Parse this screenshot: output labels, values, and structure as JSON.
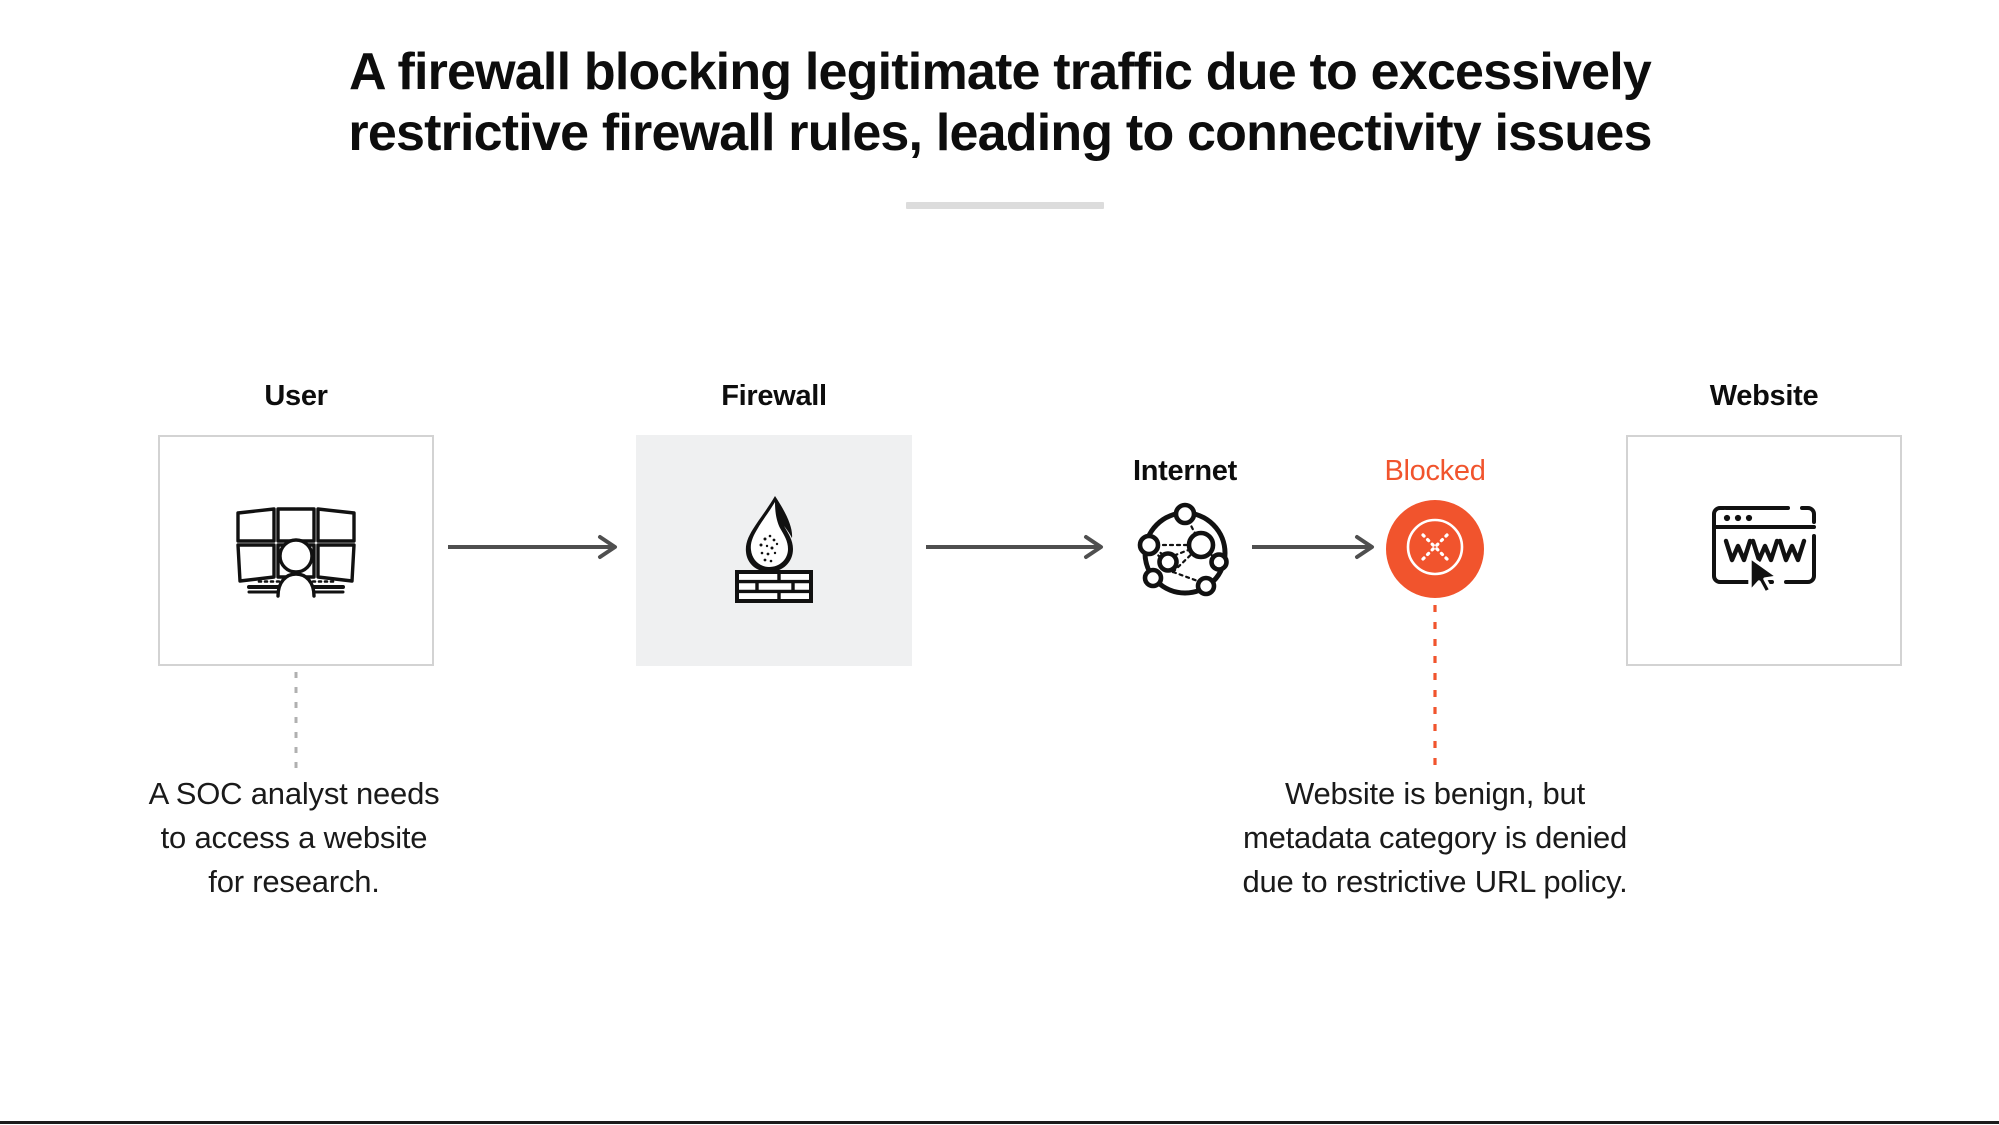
{
  "title": {
    "line1": "A firewall blocking legitimate traffic due to excessively",
    "line2": "restrictive firewall rules, leading to connectivity issues"
  },
  "colors": {
    "accent_orange": "#F1542D",
    "arrow_gray": "#4f4f4f",
    "box_border": "#d3d3d3",
    "firewall_fill": "#eff0f1",
    "rule_gray": "#dcdcdc",
    "text_black": "#0d0d0d"
  },
  "nodes": [
    {
      "id": "user",
      "label": "User",
      "icon": "workstation-monitors-icon",
      "filled": false
    },
    {
      "id": "firewall",
      "label": "Firewall",
      "icon": "flame-brickwall-icon",
      "filled": true
    },
    {
      "id": "internet",
      "label": "Internet",
      "icon": "network-graph-icon",
      "filled": false
    },
    {
      "id": "blocked",
      "label": "Blocked",
      "icon": "blocked-x-circle-icon",
      "filled": false
    },
    {
      "id": "website",
      "label": "Website",
      "icon": "browser-www-cursor-icon",
      "filled": false
    }
  ],
  "arrows": [
    {
      "id": "user-to-firewall",
      "from": "user",
      "to": "firewall"
    },
    {
      "id": "firewall-to-internet",
      "from": "firewall",
      "to": "internet"
    },
    {
      "id": "internet-to-blocked",
      "from": "internet",
      "to": "blocked"
    }
  ],
  "captions": [
    {
      "id": "user-caption",
      "anchor": "user",
      "connector_color": "#b0b0b0",
      "lines": [
        "A SOC analyst needs",
        "to access a website",
        "for research."
      ]
    },
    {
      "id": "blocked-caption",
      "anchor": "blocked",
      "connector_color": "#F1542D",
      "lines": [
        "Website is benign, but",
        "metadata category is denied",
        "due to restrictive URL policy."
      ]
    }
  ]
}
